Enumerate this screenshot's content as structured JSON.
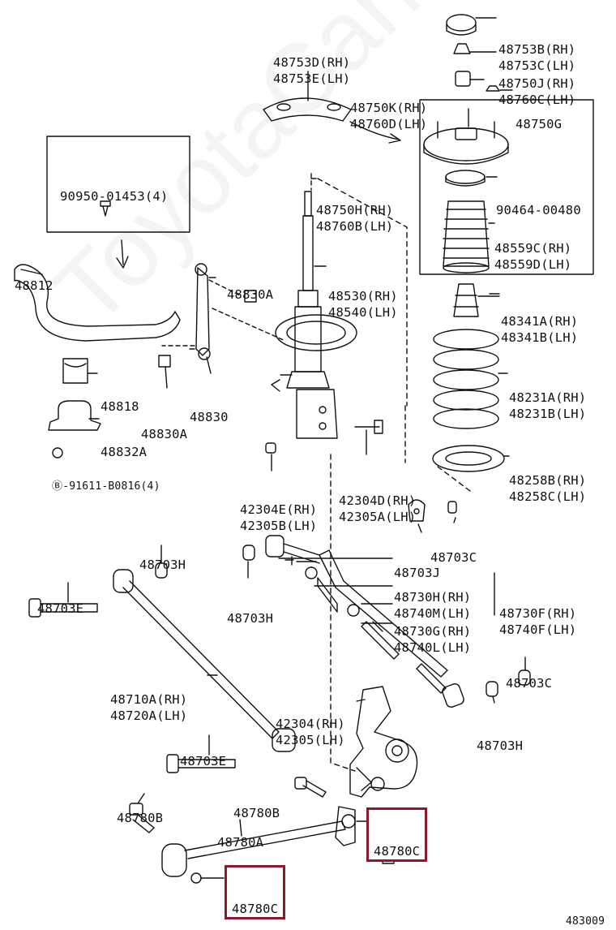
{
  "watermark": "ToyotaCarMine.ru",
  "figure_code": "483009",
  "highlight_color": "#8b1a2b",
  "labels": {
    "l48753D": [
      "48753D(RH)",
      "48753E(LH)"
    ],
    "l48753B": [
      "48753B(RH)",
      "48753C(LH)"
    ],
    "l48750J": [
      "48750J(RH)",
      "48760C(LH)"
    ],
    "l48750K": [
      "48750K(RH)",
      "48760D(LH)"
    ],
    "l48750G": [
      "48750G"
    ],
    "l90950": [
      "90950-01453(4)"
    ],
    "l48750H": [
      "48750H(RH)",
      "48760B(LH)"
    ],
    "l90464": [
      "90464-00480"
    ],
    "l48559": [
      "48559C(RH)",
      "48559D(LH)"
    ],
    "l48812": [
      "48812"
    ],
    "l48830A_top": [
      "48830A"
    ],
    "l48530": [
      "48530(RH)",
      "48540(LH)"
    ],
    "l48341": [
      "48341A(RH)",
      "48341B(LH)"
    ],
    "l48818": [
      "48818"
    ],
    "l48830": [
      "48830"
    ],
    "l48231": [
      "48231A(RH)",
      "48231B(LH)"
    ],
    "l48830A_bot": [
      "48830A"
    ],
    "l48832A": [
      "48832A"
    ],
    "l91611": [
      "Ⓑ-91611-B0816(4)"
    ],
    "l48258": [
      "48258B(RH)",
      "48258C(LH)"
    ],
    "l42304E": [
      "42304E(RH)",
      "42305B(LH)"
    ],
    "l42304D": [
      "42304D(RH)",
      "42305A(LH)"
    ],
    "l48703C_top": [
      "48703C"
    ],
    "l48703J": [
      "48703J"
    ],
    "l48703H_top": [
      "48703H"
    ],
    "l48730H": [
      "48730H(RH)",
      "48740M(LH)"
    ],
    "l48703E_top": [
      "48703E"
    ],
    "l48703H_mid": [
      "48703H"
    ],
    "l48730F": [
      "48730F(RH)",
      "48740F(LH)"
    ],
    "l48730G": [
      "48730G(RH)",
      "48740L(LH)"
    ],
    "l48703C_bot": [
      "48703C"
    ],
    "l48710A": [
      "48710A(RH)",
      "48720A(LH)"
    ],
    "l42304": [
      "42304(RH)",
      "42305(LH)"
    ],
    "l48703H_bot": [
      "48703H"
    ],
    "l48703E_bot": [
      "48703E"
    ],
    "l48780B_left": [
      "48780B"
    ],
    "l48780B_mid": [
      "48780B"
    ],
    "l48780A": [
      "48780A"
    ],
    "l48780C_right": [
      "48780C"
    ],
    "l48780C_bottom": [
      "48780C"
    ]
  }
}
